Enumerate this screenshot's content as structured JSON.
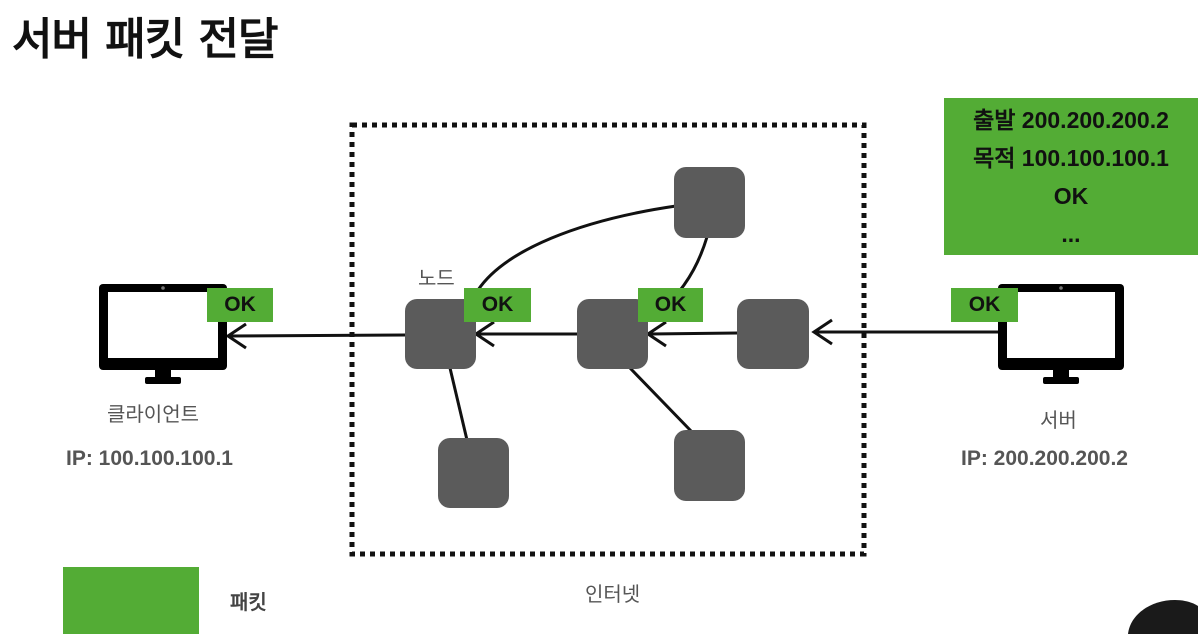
{
  "title": "서버 패킷 전달",
  "client": {
    "name": "클라이언트",
    "ip": "IP: 100.100.100.1",
    "packet": "OK"
  },
  "server": {
    "name": "서버",
    "ip": "IP: 200.200.200.2",
    "packet": "OK"
  },
  "internet": {
    "label": "인터넷",
    "node_label": "노드",
    "packets": [
      "OK",
      "OK"
    ]
  },
  "packet_detail": {
    "lines": [
      "출발 200.200.200.2",
      "목적 100.100.100.1",
      "OK",
      "..."
    ]
  },
  "legend": {
    "label": "패킷"
  },
  "colors": {
    "packet": "#53ac35",
    "node": "#5b5b5b",
    "monitor": "#000000"
  }
}
